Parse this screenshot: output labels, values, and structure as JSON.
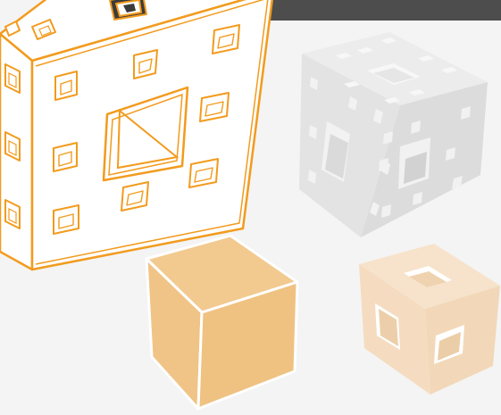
{
  "scene": {
    "description_label": "",
    "colors": {
      "background": "#f4f4f4",
      "top_bar": "#4d4d4d",
      "outline_orange": "#f29b1e",
      "outline_white": "#ffffff",
      "face_white": "#ffffff",
      "grey_cube_light": "#ececec",
      "grey_cube_mid": "#e2e2e2",
      "grey_cube_dark": "#d6d6d6",
      "grey_hole": "#f6f6f6",
      "solid_cube_top": "#f2c88f",
      "solid_cube_left": "#f0c487",
      "solid_cube_right": "#efc383",
      "solid_cube_edge": "#ffffff",
      "faint_cube_top": "#f7e3cb",
      "faint_cube_left": "#f5dec2",
      "faint_cube_right": "#f3dbbe"
    },
    "objects": [
      {
        "name": "wireframe-menger-cube",
        "style": "white faces, orange outline",
        "holes_per_face": 9
      },
      {
        "name": "grey-menger-cube",
        "style": "light grey solid",
        "holes_per_face": 9
      },
      {
        "name": "solid-orange-cube",
        "style": "solid orange, white edges"
      },
      {
        "name": "faint-menger-cube-level-1",
        "style": "pale orange, single hole per face"
      }
    ]
  }
}
